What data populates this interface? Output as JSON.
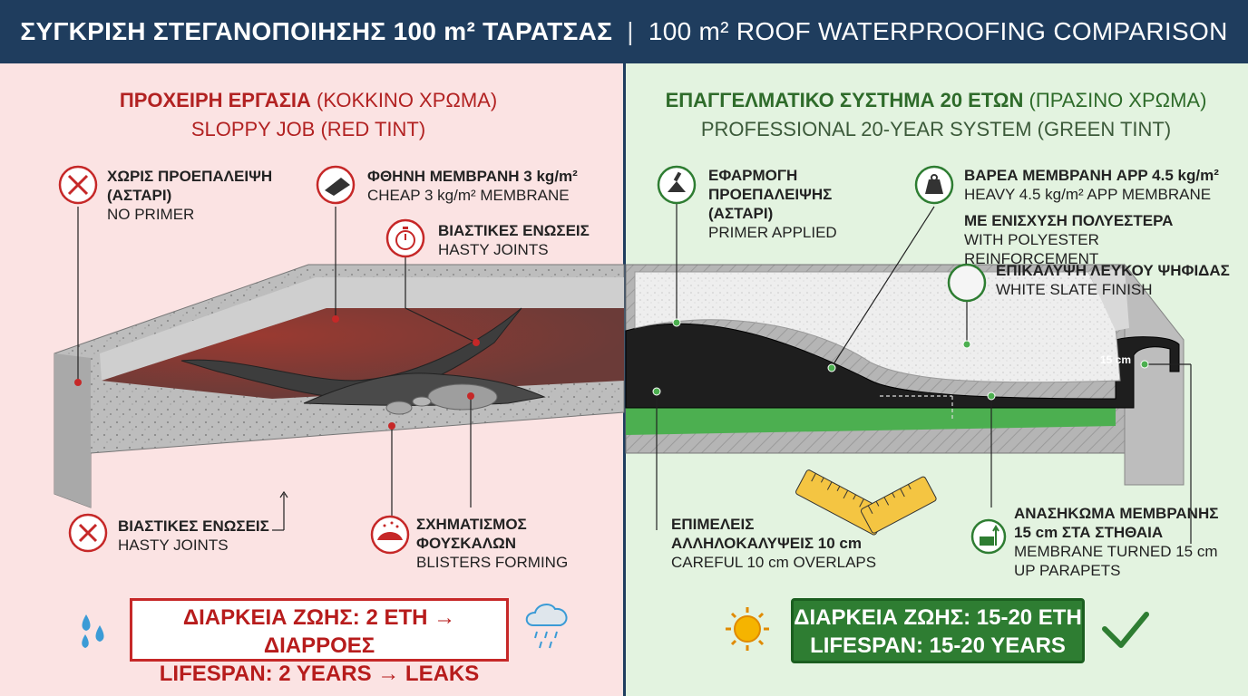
{
  "header": {
    "title_gr": "ΣΥΓΚΡΙΣΗ ΣΤΕΓΑΝΟΠΟΙΗΣΗΣ 100 m² ΤΑΡΑΤΣΑΣ",
    "separator": "|",
    "title_en": "100 m² ROOF WATERPROOFING COMPARISON"
  },
  "left": {
    "heading_gr": "ΠΡΟΧΕΙΡΗ ΕΡΓΑΣΙΑ",
    "heading_gr_paren": "(ΚΟΚΚΙΝΟ ΧΡΩΜΑ)",
    "heading_en": "SLOPPY JOB (RED TINT)",
    "callouts": [
      {
        "gr": "ΧΩΡΙΣ ΠΡΟΕΠΑΛΕΙΨΗ (ΑΣΤΑΡΙ)",
        "en": "NO PRIMER",
        "icon": "tools-crossed-icon"
      },
      {
        "gr": "ΦΘΗΝΗ ΜΕΜΒΡΑΝΗ 3 kg/m²",
        "en": "CHEAP 3 kg/m² MEMBRANE",
        "icon": "membrane-roll-icon"
      },
      {
        "gr": "ΒΙΑΣΤΙΚΕΣ ΕΝΩΣΕΙΣ",
        "en": "HASTY JOINTS",
        "icon": "stopwatch-icon"
      },
      {
        "gr": "ΒΙΑΣΤΙΚΕΣ ΕΝΩΣΕΙΣ",
        "en": "HASTY JOINTS",
        "icon": "x-icon"
      },
      {
        "gr": "ΣΧΗΜΑΤΙΣΜΟΣ ΦΟΥΣΚΑΛΩΝ",
        "en": "BLISTERS FORMING",
        "icon": "blister-icon"
      }
    ],
    "lifespan_gr": "ΔΙΑΡΚΕΙΑ ΖΩΗΣ: 2 ΕΤΗ → ΔΙΑΡΡΟΕΣ",
    "lifespan_en": "LIFESPAN: 2 YEARS → LEAKS"
  },
  "right": {
    "heading_gr": "ΕΠΑΓΓΕΛΜΑΤΙΚΟ ΣΥΣΤΗΜΑ 20 ΕΤΩΝ",
    "heading_gr_paren": "(ΠΡΑΣΙΝΟ ΧΡΩΜΑ)",
    "heading_en": "PROFESSIONAL 20-YEAR SYSTEM (GREEN TINT)",
    "callouts": [
      {
        "gr": "ΕΦΑΡΜΟΓΗ ΠΡΟΕΠΑΛΕΙΨΗΣ (ΑΣΤΑΡΙ)",
        "en": "PRIMER APPLIED",
        "icon": "primer-brush-icon"
      },
      {
        "gr": "ΒΑΡΕΑ ΜΕΜΒΡΑΝΗ APP 4.5 kg/m²",
        "en": "HEAVY 4.5 kg/m² APP MEMBRANE",
        "gr2": "ΜΕ ΕΝΙΣΧΥΣΗ ΠΟΛΥΕΣΤΕΡΑ",
        "en2": "WITH POLYESTER REINFORCEMENT",
        "icon": "weight-icon"
      },
      {
        "gr": "ΕΠΙΚΑΛΥΨΗ ΛΕΥΚΟΥ ΨΗΦΙΔΑΣ",
        "en": "WHITE SLATE FINISH",
        "icon": "slate-circle-icon"
      },
      {
        "gr": "ΕΠΙΜΕΛΕΙΣ ΑΛΛΗΛΟΚΑΛΥΨΕΙΣ 10 cm",
        "en": "CAREFUL 10 cm OVERLAPS",
        "icon": "ruler-icon"
      },
      {
        "gr": "ΑΝΑΣΗΚΩΜΑ ΜΕΜΒΡΑΝΗΣ 15 cm ΣΤΑ ΣΤΗΘΑΙΑ",
        "en": "MEMBRANE TURNED 15 cm UP PARAPETS",
        "icon": "upturn-icon"
      }
    ],
    "tag_15cm": "15 cm",
    "lifespan_gr": "ΔΙΑΡΚΕΙΑ ΖΩΗΣ: 15-20 ΕΤΗ",
    "lifespan_en": "LIFESPAN: 15-20 YEARS"
  },
  "colors": {
    "header_bg": "#1f3d5e",
    "bad": "#c62828",
    "good": "#2e7d32",
    "left_bg": "#fbe3e3",
    "right_bg": "#e3f3e0"
  }
}
